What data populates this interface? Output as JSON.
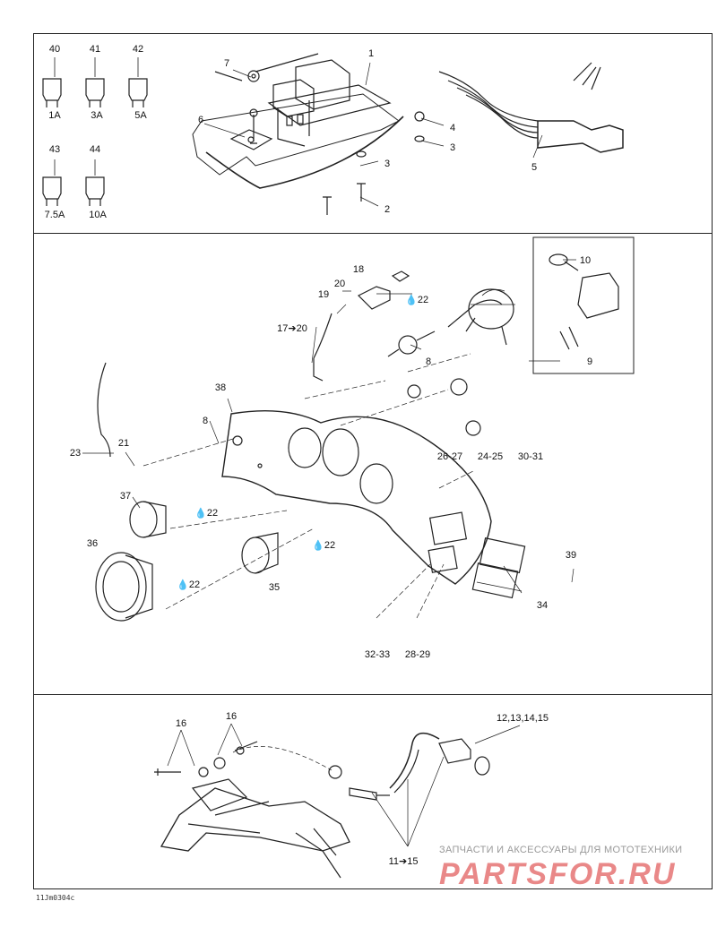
{
  "fuses": [
    {
      "number": "40",
      "rating": "1A"
    },
    {
      "number": "41",
      "rating": "3A"
    },
    {
      "number": "42",
      "rating": "5A"
    },
    {
      "number": "43",
      "rating": "7.5A"
    },
    {
      "number": "44",
      "rating": "10A"
    }
  ],
  "callouts": {
    "c1": "1",
    "c2": "2",
    "c3a": "3",
    "c3b": "3",
    "c4": "4",
    "c5": "5",
    "c6": "6",
    "c7": "7",
    "c8a": "8",
    "c8b": "8",
    "c9": "9",
    "c10": "10",
    "c17_20": "17➔20",
    "c18": "18",
    "c19": "19",
    "c20": "20",
    "c21": "21",
    "c22a": "22",
    "c22b": "22",
    "c22c": "22",
    "c22d": "22",
    "c23": "23",
    "c24_25": "24-25",
    "c26_27": "26-27",
    "c28_29": "28-29",
    "c30_31": "30-31",
    "c32_33": "32-33",
    "c34": "34",
    "c35": "35",
    "c36": "36",
    "c37": "37",
    "c38": "38",
    "c39": "39",
    "c16a": "16",
    "c16b": "16",
    "c12_15": "12,13,14,15",
    "c11_15": "11➔15"
  },
  "watermark": {
    "subtitle": "ЗАПЧАСТИ И АКСЕССУАРЫ ДЛЯ МОТОТЕХНИКИ",
    "brand": "PARTSFOR.RU"
  },
  "drawing_code": "11Jm0304c"
}
